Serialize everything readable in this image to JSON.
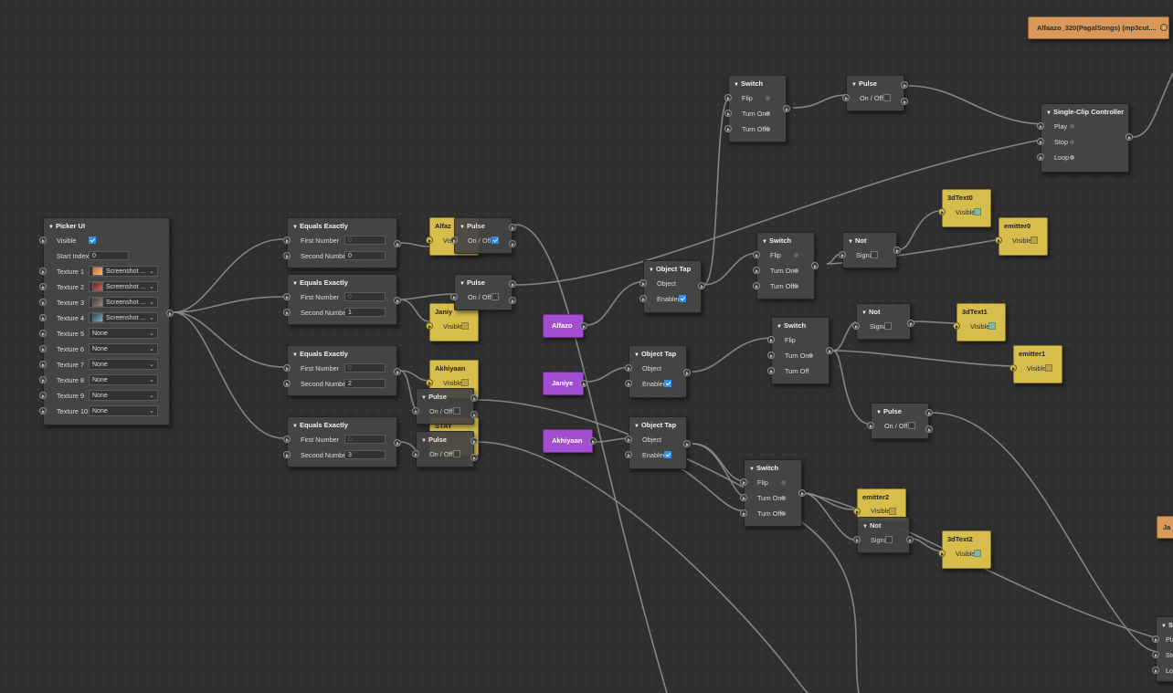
{
  "picker": {
    "title": "Picker UI",
    "visible_label": "Visible",
    "start_index_label": "Start Index",
    "start_index_value": "0",
    "textures": [
      {
        "label": "Texture 1",
        "value": "Screenshot ..."
      },
      {
        "label": "Texture 2",
        "value": "Screenshot ..."
      },
      {
        "label": "Texture 3",
        "value": "Screenshot ..."
      },
      {
        "label": "Texture 4",
        "value": "Screenshot ..."
      },
      {
        "label": "Texture 5",
        "value": "None"
      },
      {
        "label": "Texture 6",
        "value": "None"
      },
      {
        "label": "Texture 7",
        "value": "None"
      },
      {
        "label": "Texture 8",
        "value": "None"
      },
      {
        "label": "Texture 9",
        "value": "None"
      },
      {
        "label": "Texture 10",
        "value": "None"
      }
    ]
  },
  "equals": {
    "title": "Equals Exactly",
    "first_label": "First Number",
    "second_label": "Second Number",
    "first_placeholder": "0",
    "second_values": [
      "0",
      "1",
      "2",
      "3"
    ]
  },
  "labels": {
    "pulse": "Pulse",
    "on_off": "On / Off",
    "switch": "Switch",
    "flip": "Flip",
    "turn_on": "Turn On",
    "turn_off": "Turn Off",
    "not": "Not",
    "signal": "Signal",
    "object_tap": "Object Tap",
    "object": "Object",
    "enabled": "Enabled",
    "visible": "Visible",
    "play": "Play",
    "stop": "Stop",
    "loop": "Loop",
    "single_clip": "Single-Clip Controller",
    "single_clip_partial": "Si",
    "play_partial": "Pla",
    "stop_partial": "Sto",
    "loop_partial": "Loo"
  },
  "yellow_titles": {
    "alfazo_partial": "Alfaz",
    "janiye_partial": "Janiy",
    "akhiyaan": "Akhiyaan",
    "stay": "STAY",
    "text0": "3dText0",
    "emitter0": "emitter0",
    "text1": "3dText1",
    "emitter1": "emitter1",
    "emitter2": "emitter2",
    "text2": "3dText2",
    "visible_partial": "Visi",
    "pulse_partial": "Pulse"
  },
  "purple": {
    "alfazo": "Alfazo",
    "janiye": "Janiye",
    "akhiyaan": "Akhiyaan"
  },
  "audio": {
    "title": "Alfaazo_320(PagalSongs) (mp3cut....",
    "right_partial": "Ja"
  }
}
